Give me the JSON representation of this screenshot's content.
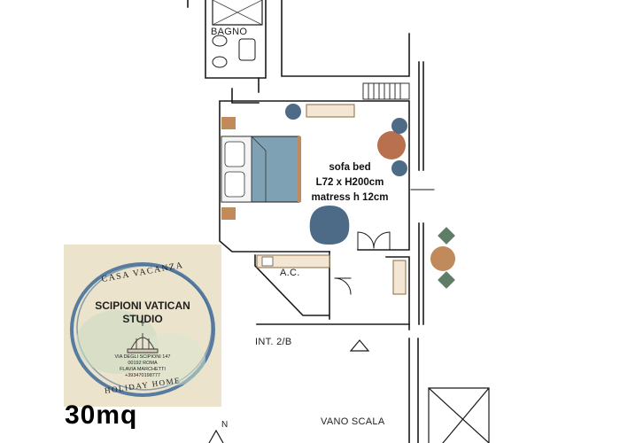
{
  "plan": {
    "room_bathroom": "BAGNO",
    "room_ac": "A.C.",
    "unit_label": "INT. 2/B",
    "stair_label": "VANO SCALA",
    "compass_north": "N",
    "area": "30mq"
  },
  "note": {
    "line1": "sofa bed",
    "line2": "L72 x H200cm",
    "line3": "matress h 12cm"
  },
  "logo": {
    "arc_top": "CASA VACANZA",
    "name_line1": "SCIPIONI VATICAN",
    "name_line2": "STUDIO",
    "address1": "VIA DEGLI SCIPIONI 147",
    "address2": "00192 ROMA",
    "owner": "FLAVIA MARCHETTI",
    "phone": "+393470198777",
    "arc_bottom": "HOLIDAY HOME"
  },
  "colors": {
    "wall": "#1a1a1a",
    "bed_blue": "#7ea2b3",
    "wood": "#c08a5a",
    "terracotta": "#b9704e",
    "navy_chair": "#4d6a86",
    "green_chair": "#5f7d66",
    "logo_bg": "#ebe3cb",
    "logo_ring": "#3d6a98"
  }
}
